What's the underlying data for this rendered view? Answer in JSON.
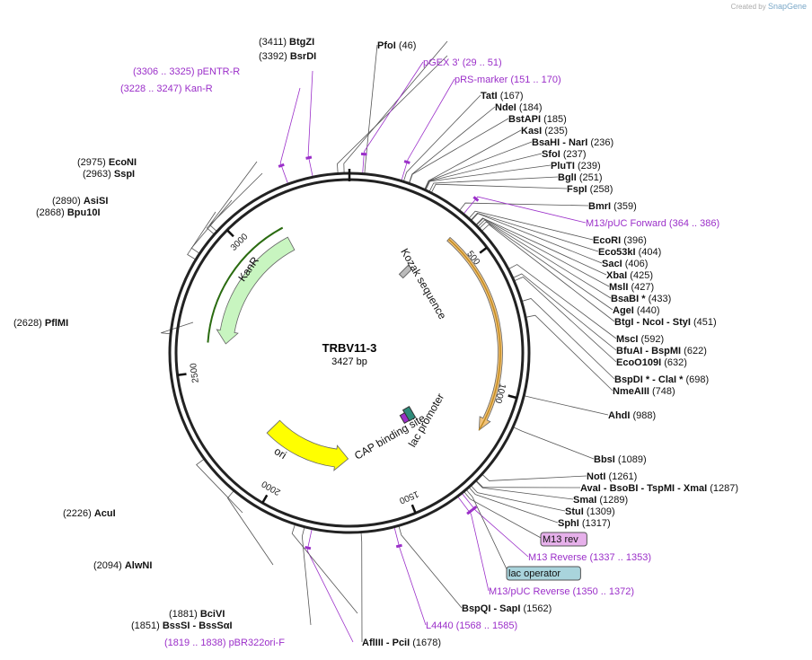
{
  "watermark": {
    "prefix": "Created by",
    "brand": "SnapGene"
  },
  "plasmid": {
    "name": "TRBV11-3",
    "length_text": "3427 bp",
    "length": 3427
  },
  "ticks": [
    {
      "pos": 500,
      "label": "500"
    },
    {
      "pos": 1000,
      "label": "1000"
    },
    {
      "pos": 1500,
      "label": "1500"
    },
    {
      "pos": 2000,
      "label": "2000"
    },
    {
      "pos": 2500,
      "label": "2500"
    },
    {
      "pos": 3000,
      "label": "3000"
    }
  ],
  "features": [
    {
      "name": "Kozak sequence",
      "start": 330,
      "end": 345,
      "color": "#bbbbbb"
    },
    {
      "name": "",
      "start": 391,
      "end": 1150,
      "color": "#f2c37a"
    },
    {
      "name": "KanR",
      "start": 2610,
      "end": 3160,
      "color": "#c8f5c0"
    },
    {
      "name": "ori",
      "start": 1720,
      "end": 2150,
      "color": "#ffff00"
    },
    {
      "name": "CAP binding site",
      "start": 1255,
      "end": 1270,
      "color": "#2e8b7a"
    },
    {
      "name": "lac promoter",
      "start": 1277,
      "end": 1300,
      "color": "#2e8b7a"
    },
    {
      "name": "lac operator",
      "start": 1320,
      "end": 1335,
      "color": "#9b2fc9"
    }
  ],
  "labels": [
    {
      "text": "(3411)",
      "name": "BtgZI",
      "type": "enzyme",
      "pos": 3411
    },
    {
      "text": "(3392)",
      "name": "BsrDI",
      "type": "enzyme",
      "pos": 3392
    },
    {
      "text": "PfoI",
      "name": "(46)",
      "type": "enzyme-right",
      "pos": 46
    },
    {
      "text": "pGEX 3'",
      "name": "(29 .. 51)",
      "type": "primer-right",
      "pos": 40
    },
    {
      "text": "pRS-marker",
      "name": "(151 .. 170)",
      "type": "primer-right",
      "pos": 160
    },
    {
      "text": "(3306 .. 3325)",
      "name": "pENTR-R",
      "type": "primer-left",
      "pos": 3315
    },
    {
      "text": "(3228 .. 3247)",
      "name": "Kan-R",
      "type": "primer-left",
      "pos": 3237
    },
    {
      "text": "TatI",
      "name": "(167)",
      "type": "enzyme-right",
      "pos": 167
    },
    {
      "text": "NdeI",
      "name": "(184)",
      "type": "enzyme-right",
      "pos": 184
    },
    {
      "text": "BstAPI",
      "name": "(185)",
      "type": "enzyme-right",
      "pos": 185
    },
    {
      "text": "KasI",
      "name": "(235)",
      "type": "enzyme-right",
      "pos": 235
    },
    {
      "text": "BsaHI - NarI",
      "name": "(236)",
      "type": "enzyme-right",
      "pos": 236
    },
    {
      "text": "SfoI",
      "name": "(237)",
      "type": "enzyme-right",
      "pos": 237
    },
    {
      "text": "PluTI",
      "name": "(239)",
      "type": "enzyme-right",
      "pos": 239
    },
    {
      "text": "BglI",
      "name": "(251)",
      "type": "enzyme-right",
      "pos": 251
    },
    {
      "text": "FspI",
      "name": "(258)",
      "type": "enzyme-right",
      "pos": 258
    },
    {
      "text": "BmrI",
      "name": "(359)",
      "type": "enzyme-right",
      "pos": 359
    },
    {
      "text": "M13/pUC Forward",
      "name": "(364 .. 386)",
      "type": "primer-right",
      "pos": 375
    },
    {
      "text": "EcoRI",
      "name": "(396)",
      "type": "enzyme-right",
      "pos": 396
    },
    {
      "text": "Eco53kI",
      "name": "(404)",
      "type": "enzyme-right",
      "pos": 404
    },
    {
      "text": "SacI",
      "name": "(406)",
      "type": "enzyme-right",
      "pos": 406
    },
    {
      "text": "XbaI",
      "name": "(425)",
      "type": "enzyme-right",
      "pos": 425
    },
    {
      "text": "MslI",
      "name": "(427)",
      "type": "enzyme-right",
      "pos": 427
    },
    {
      "text": "BsaBI *",
      "name": "(433)",
      "type": "enzyme-right",
      "pos": 433
    },
    {
      "text": "AgeI",
      "name": "(440)",
      "type": "enzyme-right",
      "pos": 440
    },
    {
      "text": "BtgI - NcoI - StyI",
      "name": "(451)",
      "type": "enzyme-right",
      "pos": 451
    },
    {
      "text": "MscI",
      "name": "(592)",
      "type": "enzyme-right",
      "pos": 592
    },
    {
      "text": "BfuAI - BspMI",
      "name": "(622)",
      "type": "enzyme-right",
      "pos": 622
    },
    {
      "text": "EcoO109I",
      "name": "(632)",
      "type": "enzyme-right",
      "pos": 632
    },
    {
      "text": "BspDI * - ClaI *",
      "name": "(698)",
      "type": "enzyme-right",
      "pos": 698
    },
    {
      "text": "NmeAIII",
      "name": "(748)",
      "type": "enzyme-right",
      "pos": 748
    },
    {
      "text": "AhdI",
      "name": "(988)",
      "type": "enzyme-right",
      "pos": 988
    },
    {
      "text": "BbsI",
      "name": "(1089)",
      "type": "enzyme-right",
      "pos": 1089
    },
    {
      "text": "NotI",
      "name": "(1261)",
      "type": "enzyme-right",
      "pos": 1261
    },
    {
      "text": "AvaI - BsoBI - TspMI - XmaI",
      "name": "(1287)",
      "type": "enzyme-right",
      "pos": 1287
    },
    {
      "text": "SmaI",
      "name": "(1289)",
      "type": "enzyme-right",
      "pos": 1289
    },
    {
      "text": "StuI",
      "name": "(1309)",
      "type": "enzyme-right",
      "pos": 1309
    },
    {
      "text": "SphI",
      "name": "(1317)",
      "type": "enzyme-right",
      "pos": 1317
    },
    {
      "text": "M13 rev",
      "name": "",
      "type": "boxed-purple",
      "pos": 1337
    },
    {
      "text": "M13 Reverse",
      "name": "(1337 .. 1353)",
      "type": "primer-right",
      "pos": 1345
    },
    {
      "text": "lac operator",
      "name": "",
      "type": "boxed-teal",
      "pos": 1328
    },
    {
      "text": "M13/pUC Reverse",
      "name": "(1350 .. 1372)",
      "type": "primer-right",
      "pos": 1361
    },
    {
      "text": "BspQI - SapI",
      "name": "(1562)",
      "type": "enzyme-right",
      "pos": 1562
    },
    {
      "text": "L4440",
      "name": "(1568 .. 1585)",
      "type": "primer-right",
      "pos": 1576
    },
    {
      "text": "AflIII - PciI",
      "name": "(1678)",
      "type": "enzyme-right",
      "pos": 1678
    },
    {
      "text": "(1819 .. 1838)",
      "name": "pBR322ori-F",
      "type": "primer-left",
      "pos": 1828
    },
    {
      "text": "(1851)",
      "name": "BssSI - BssSαI",
      "type": "enzyme",
      "pos": 1851
    },
    {
      "text": "(1881)",
      "name": "BciVI",
      "type": "enzyme",
      "pos": 1881
    },
    {
      "text": "(2094)",
      "name": "AlwNI",
      "type": "enzyme",
      "pos": 2094
    },
    {
      "text": "(2226)",
      "name": "AcuI",
      "type": "enzyme",
      "pos": 2226
    },
    {
      "text": "(2628)",
      "name": "PflMI",
      "type": "enzyme",
      "pos": 2628
    },
    {
      "text": "(2868)",
      "name": "Bpu10I",
      "type": "enzyme",
      "pos": 2868
    },
    {
      "text": "(2890)",
      "name": "AsiSI",
      "type": "enzyme",
      "pos": 2890
    },
    {
      "text": "(2963)",
      "name": "SspI",
      "type": "enzyme",
      "pos": 2963
    },
    {
      "text": "(2975)",
      "name": "EcoNI",
      "type": "enzyme",
      "pos": 2975
    }
  ]
}
